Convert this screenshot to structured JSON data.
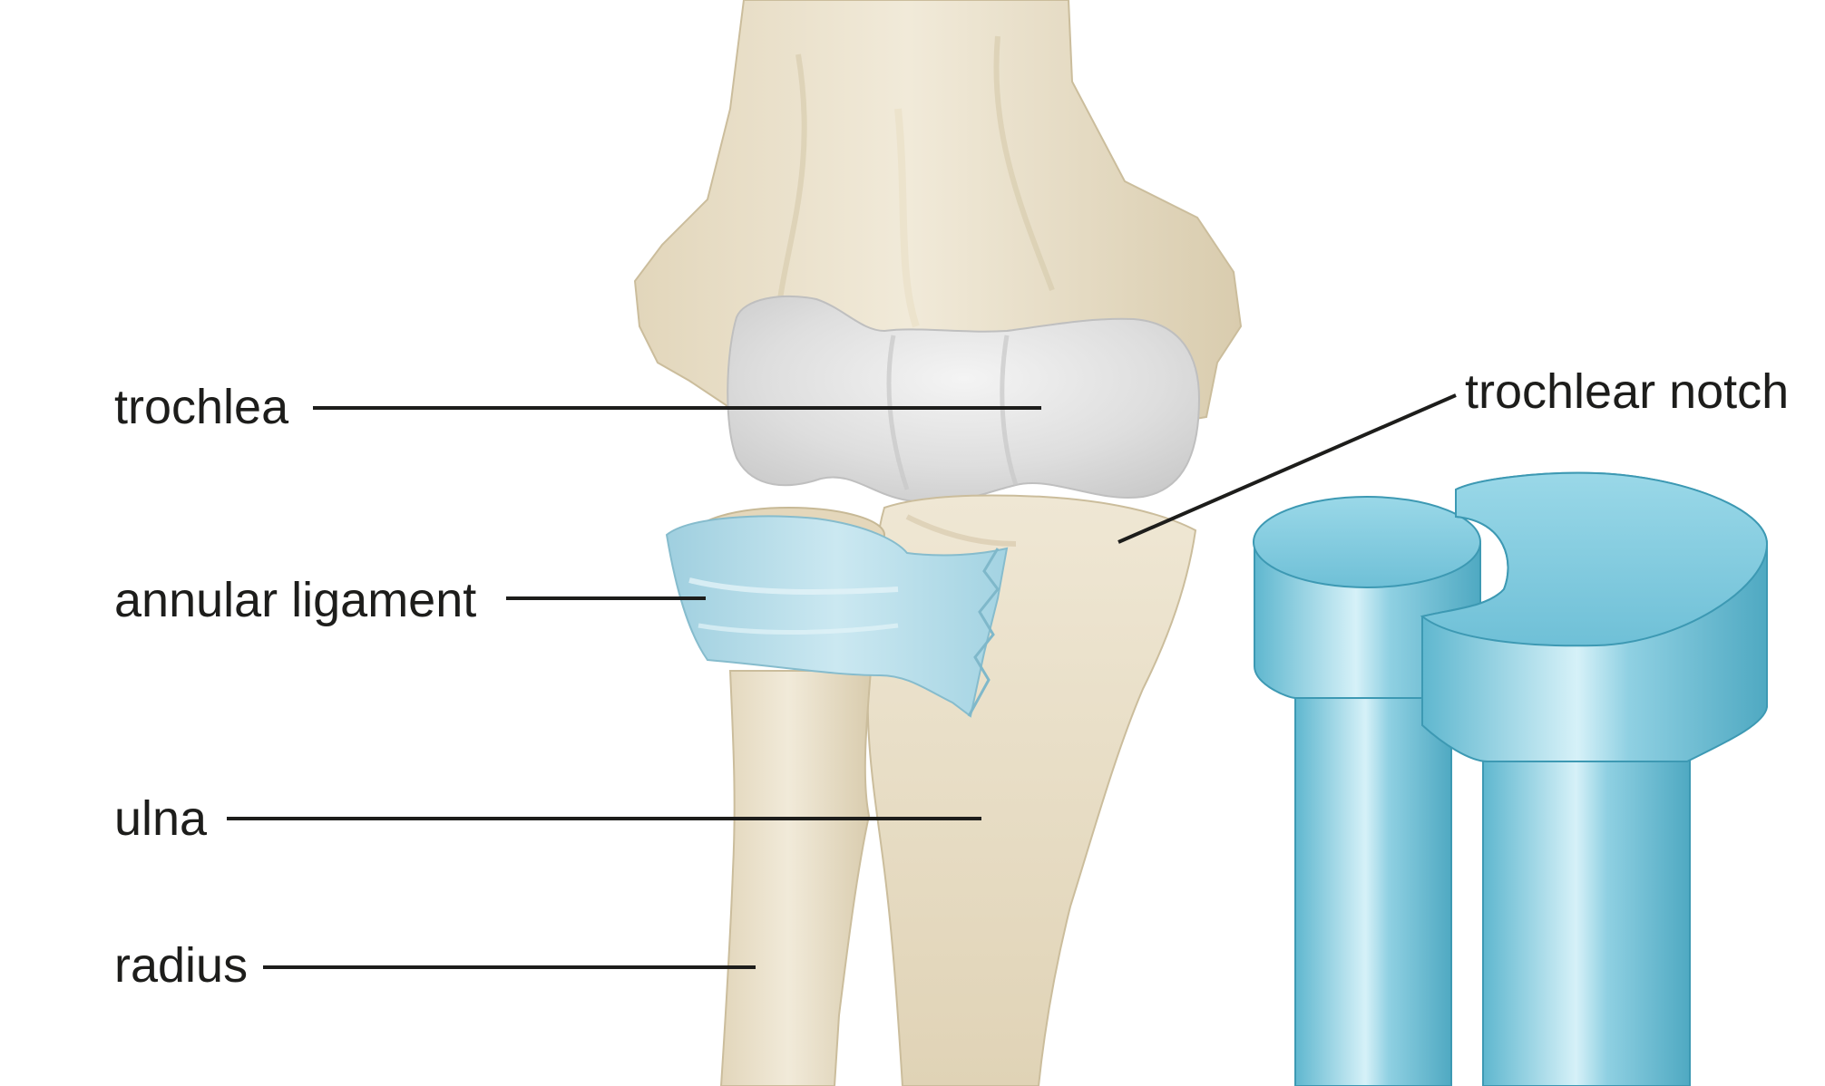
{
  "labels": {
    "trochlea": "trochlea",
    "trochlear_notch": "trochlear notch",
    "annular_ligament": "annular ligament",
    "ulna": "ulna",
    "radius": "radius"
  },
  "colors": {
    "bone": "#eae1cc",
    "bone_shadow": "#cfc3a6",
    "cartilage": "#dcdcdc",
    "ligament": "#a9d6e4",
    "model": "#7cc7dc",
    "model_dark": "#4fa9c2",
    "leader_line": "#1d1d1b"
  },
  "icons": {
    "anatomy": "elbow-joint-illustration",
    "model": "pivot-joint-model"
  }
}
